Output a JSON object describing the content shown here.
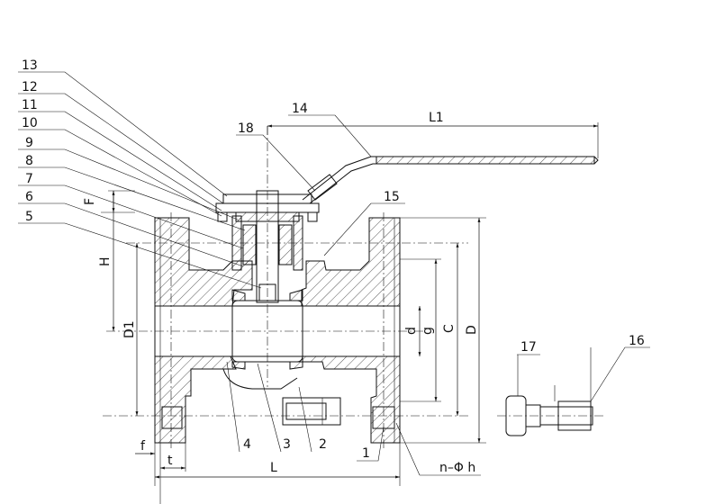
{
  "part_labels": [
    "1",
    "2",
    "3",
    "4",
    "5",
    "6",
    "7",
    "8",
    "9",
    "10",
    "11",
    "12",
    "13",
    "14",
    "15",
    "16",
    "17",
    "18"
  ],
  "dimension_labels": {
    "L1": "L1",
    "L": "L",
    "D": "D",
    "C": "C",
    "g": "g",
    "d": "d",
    "D1": "D1",
    "H": "H",
    "F": "F",
    "f": "f",
    "t": "t",
    "n_phi_h": "n–Φ h"
  }
}
